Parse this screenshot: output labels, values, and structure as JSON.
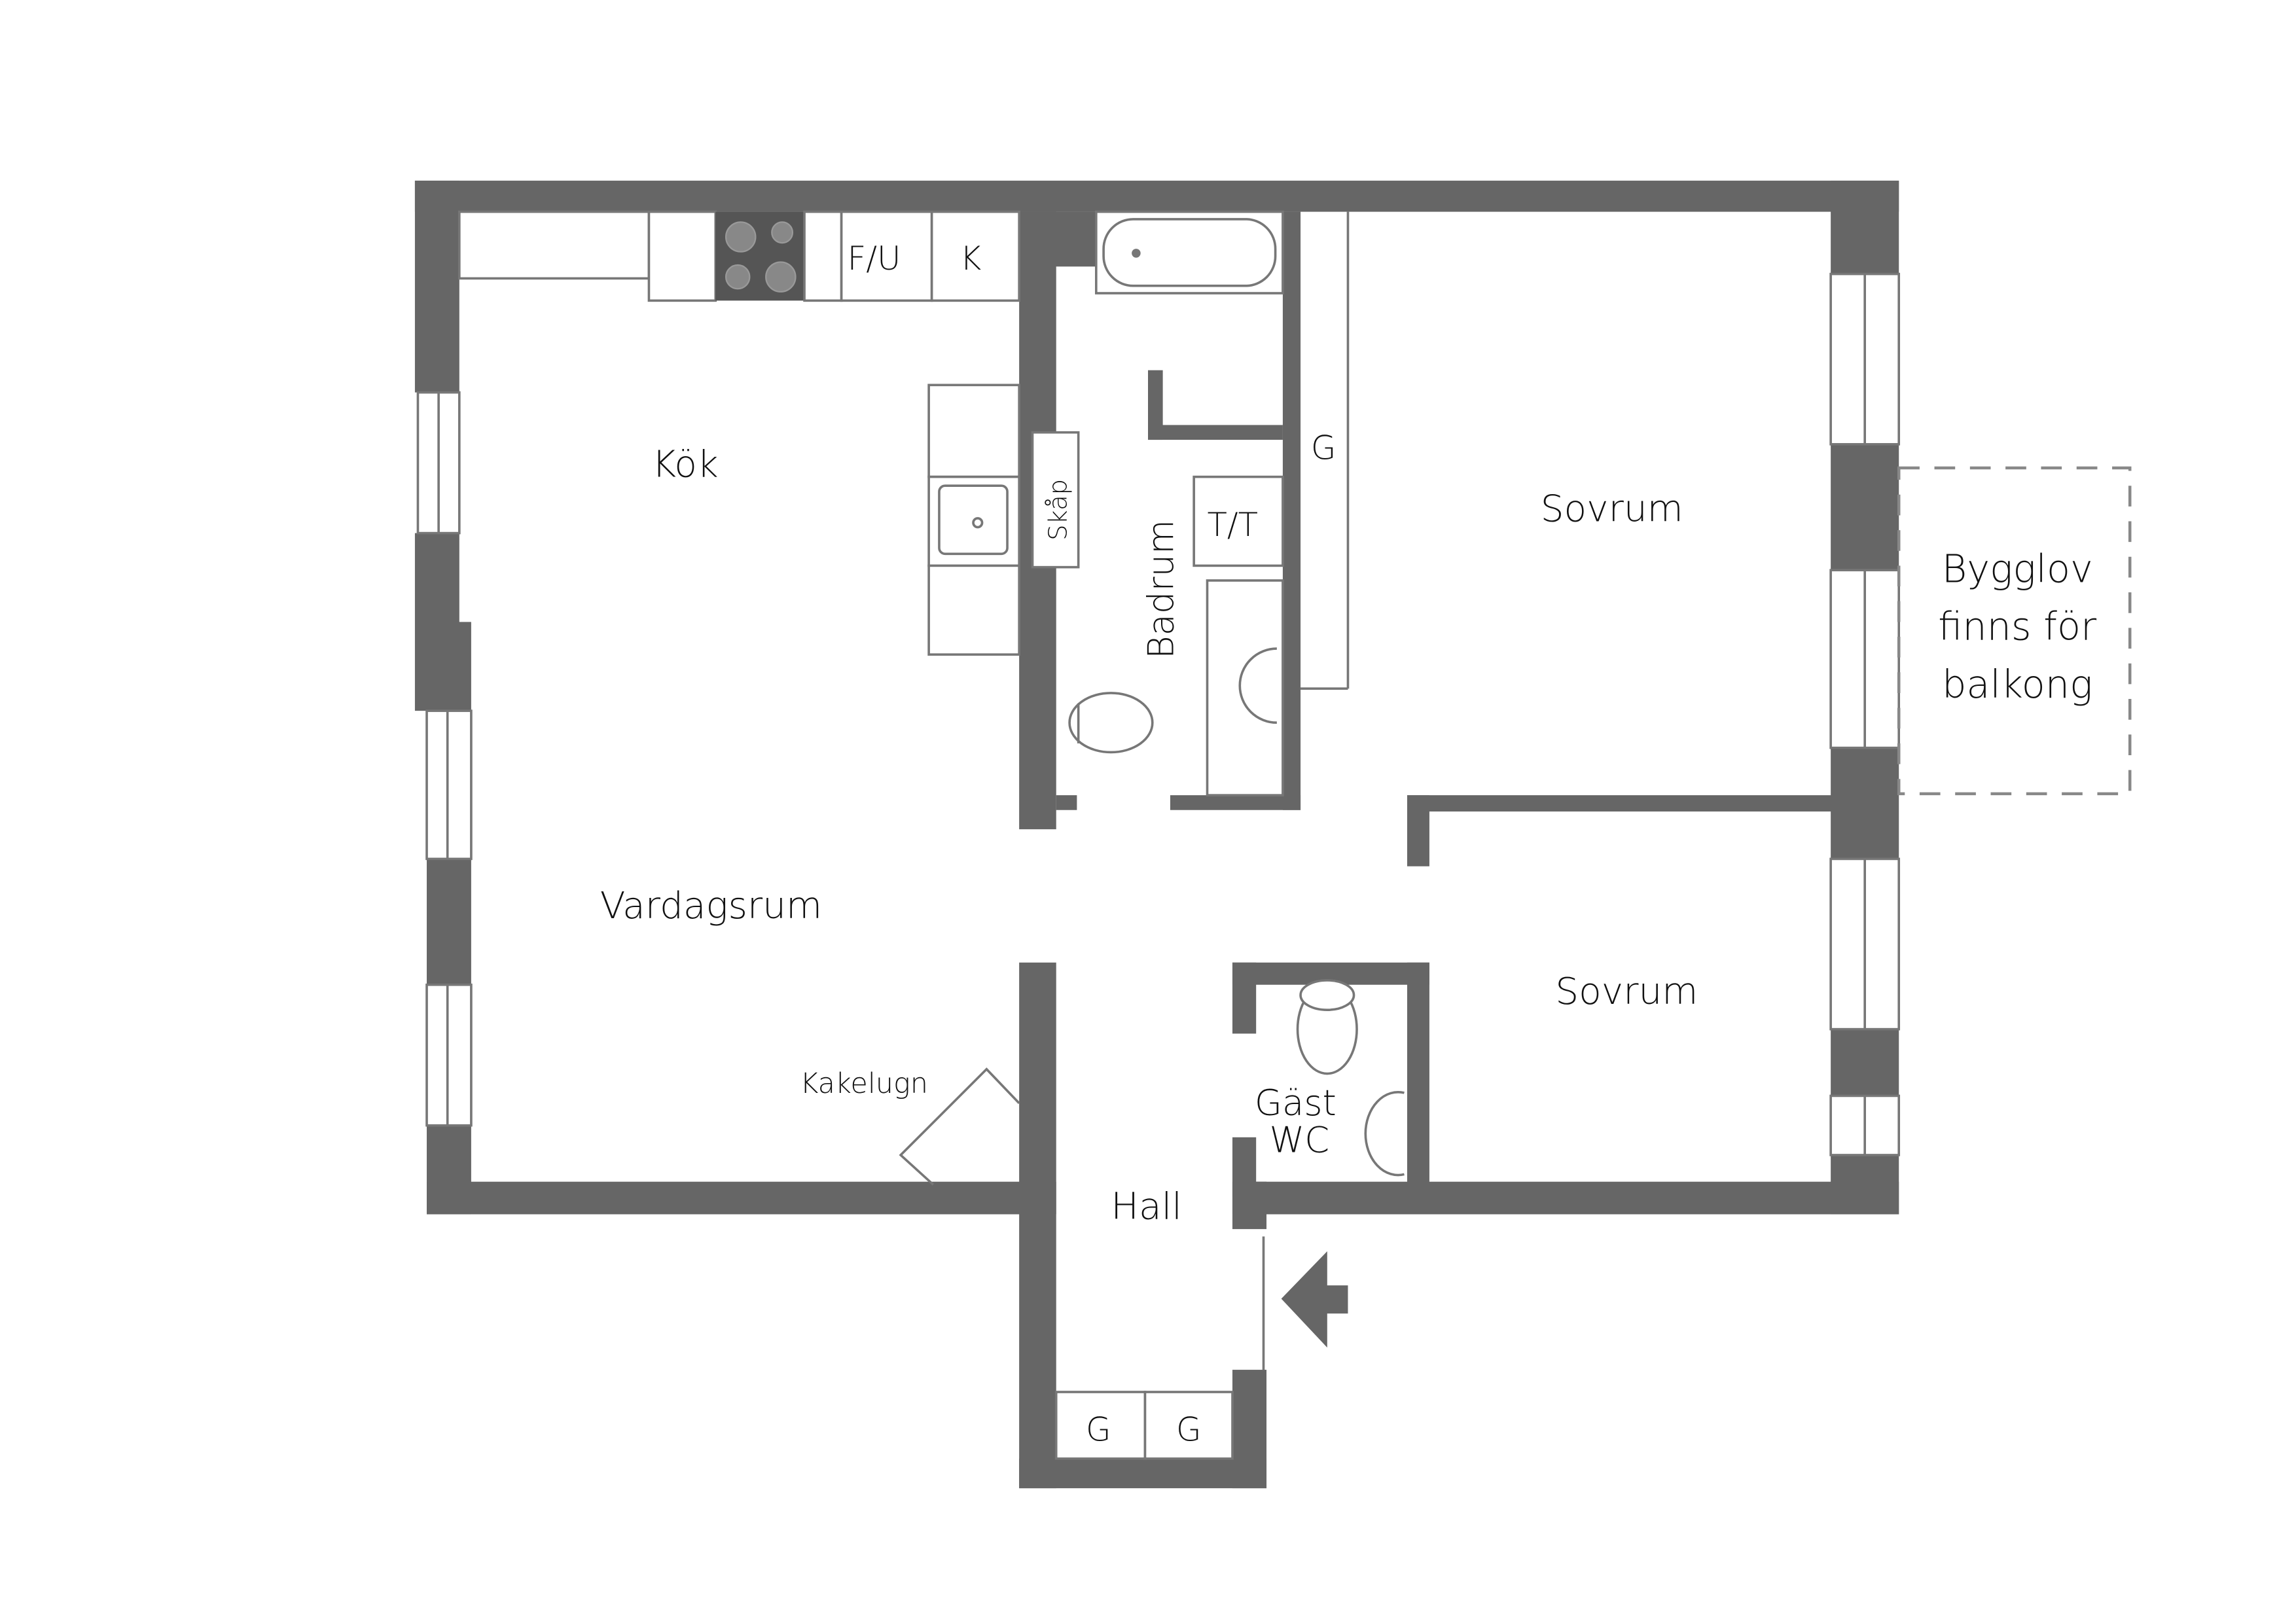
{
  "rooms": {
    "kitchen": "Kök",
    "living_room": "Vardagsrum",
    "bathroom": "Badrum",
    "bedroom_1": "Sovrum",
    "bedroom_2": "Sovrum",
    "hall": "Hall",
    "guest_wc_line1": "Gäst",
    "guest_wc_line2": "WC"
  },
  "fixtures": {
    "fridge_freezer": "F/U",
    "k": "K",
    "cabinet": "Skåp",
    "washer_dryer": "T/T",
    "wardrobe_bedroom": "G",
    "wardrobe_hall_1": "G",
    "wardrobe_hall_2": "G",
    "tiled_stove": "Kakelugn"
  },
  "balcony_note": {
    "line1": "Bygglov",
    "line2": "finns för",
    "line3": "balkong"
  },
  "colors": {
    "wall": "#666666",
    "fixture_line": "#777777"
  }
}
